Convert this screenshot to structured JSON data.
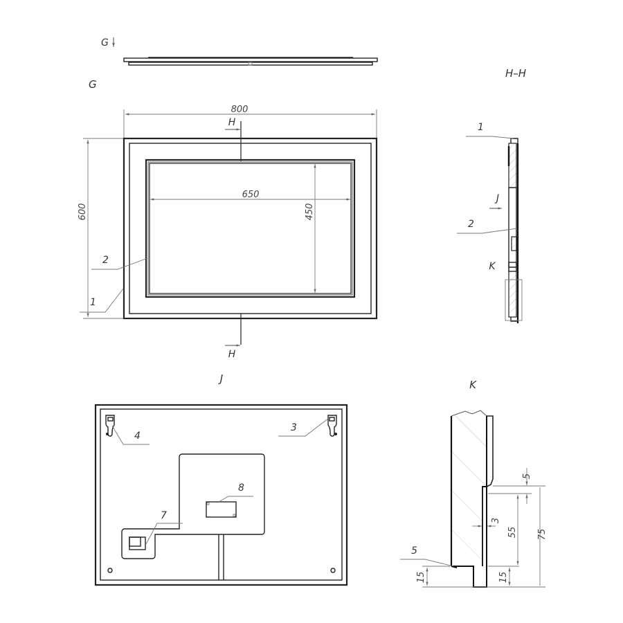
{
  "views": {
    "top_view": {
      "arrow_label": "G",
      "title": "G"
    },
    "front_view": {
      "width_dim": "800",
      "height_dim": "600",
      "inner_width_dim": "650",
      "inner_height_dim": "450",
      "section_marker_top": "H",
      "section_marker_bottom": "H",
      "callouts": [
        "1",
        "2"
      ]
    },
    "section_view": {
      "title": "H–H",
      "callouts": [
        "1",
        "2"
      ],
      "view_arrow_label": "J",
      "detail_label": "K"
    },
    "back_view": {
      "title": "J",
      "callouts": [
        "3",
        "4",
        "7",
        "8"
      ]
    },
    "detail_view": {
      "title": "K",
      "callout": "5",
      "dims": [
        "5",
        "3",
        "55",
        "75",
        "15",
        "15"
      ]
    }
  },
  "colors": {
    "line": "#222222",
    "dim_line": "#777777",
    "text": "#333333",
    "background": "#ffffff"
  }
}
